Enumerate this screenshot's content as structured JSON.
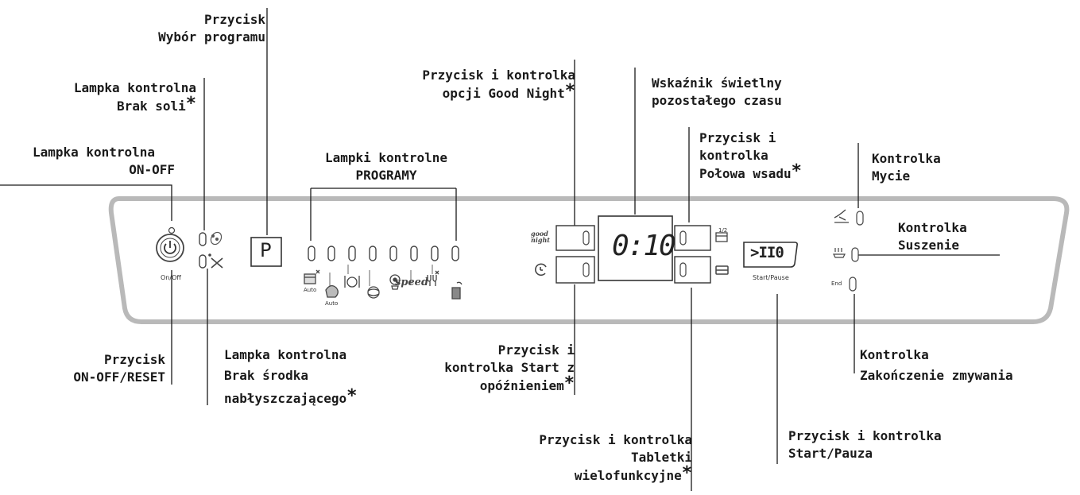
{
  "labels": {
    "program_btn": [
      "Przycisk",
      "Wybór programu"
    ],
    "salt_lamp": [
      "Lampka kontrolna",
      "Brak soli"
    ],
    "onoff_lamp": [
      "Lampka kontrolna",
      "ON-OFF"
    ],
    "programs_lamps": [
      "Lampki kontrolne",
      "PROGRAMY"
    ],
    "goodnight": [
      "Przycisk i kontrolka",
      "opcji Good Night"
    ],
    "time_display": [
      "Wskaźnik świetlny",
      "pozostałego czasu"
    ],
    "half_load": [
      "Przycisk i",
      "kontrolka",
      "Połowa wsadu"
    ],
    "wash_lamp": [
      "Kontrolka",
      "Mycie"
    ],
    "dry_lamp": [
      "Kontrolka",
      "Suszenie"
    ],
    "onoff_btn": [
      "Przycisk",
      "ON-OFF/RESET"
    ],
    "rinse_lamp": [
      "Lampka kontrolna",
      "Brak środka",
      "nabłyszczającego"
    ],
    "delay_start": [
      "Przycisk i",
      "kontrolka Start z",
      "opóźnieniem"
    ],
    "tablets": [
      "Przycisk i kontrolka",
      "Tabletki",
      "wielofunkcyjne"
    ],
    "start_pause": [
      "Przycisk i kontrolka",
      "Start/Pauza"
    ],
    "end_lamp": [
      "Kontrolka",
      "Zakończenie zmywania"
    ],
    "asterisk": "*"
  },
  "panel": {
    "onoff_caption": "On/Off",
    "program_key": "P",
    "display_time": "0:10",
    "start_key": ">II0",
    "start_caption": "Start/Pause",
    "end_caption": "End",
    "auto1": "Auto",
    "auto2": "Auto",
    "speed_text": "speed",
    "good_night_logo": "good night",
    "half_load_symbol": "1/2"
  },
  "colors": {
    "line": "#1a1a1a",
    "panel_border": "#b9b9b9",
    "icon": "#555555"
  }
}
